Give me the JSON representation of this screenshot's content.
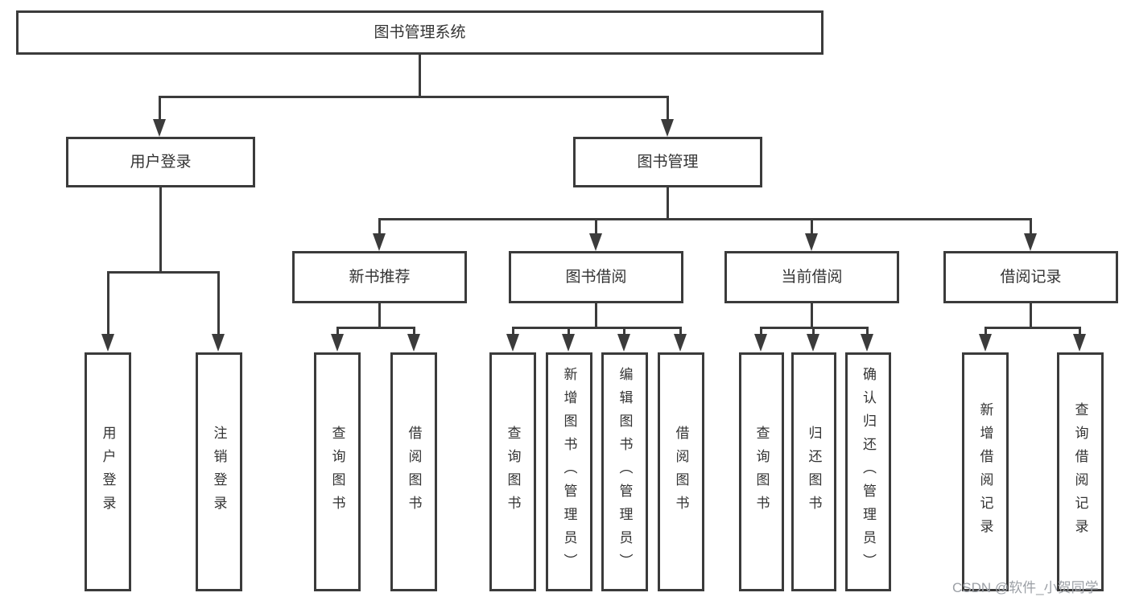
{
  "diagram": {
    "title": "图书管理系统",
    "root": {
      "label": "图书管理系统"
    },
    "children": [
      {
        "label": "用户登录",
        "children": [
          {
            "label": "用户登录"
          },
          {
            "label": "注销登录"
          }
        ]
      },
      {
        "label": "图书管理",
        "children": [
          {
            "label": "新书推荐",
            "children": [
              {
                "label": "查询图书"
              },
              {
                "label": "借阅图书"
              }
            ]
          },
          {
            "label": "图书借阅",
            "children": [
              {
                "label": "查询图书"
              },
              {
                "label": "新增图书（管理员）"
              },
              {
                "label": "编辑图书（管理员）"
              },
              {
                "label": "借阅图书"
              }
            ]
          },
          {
            "label": "当前借阅",
            "children": [
              {
                "label": "查询图书"
              },
              {
                "label": "归还图书"
              },
              {
                "label": "确认归还（管理员）"
              }
            ]
          },
          {
            "label": "借阅记录",
            "children": [
              {
                "label": "新增借阅记录"
              },
              {
                "label": "查询借阅记录"
              }
            ]
          }
        ]
      }
    ]
  },
  "watermark": {
    "text": "CSDN @软件_小贺同学"
  },
  "colors": {
    "line": "#3b3b3b",
    "text": "#333333",
    "watermark": "#9ca0a6",
    "background": "#ffffff"
  }
}
